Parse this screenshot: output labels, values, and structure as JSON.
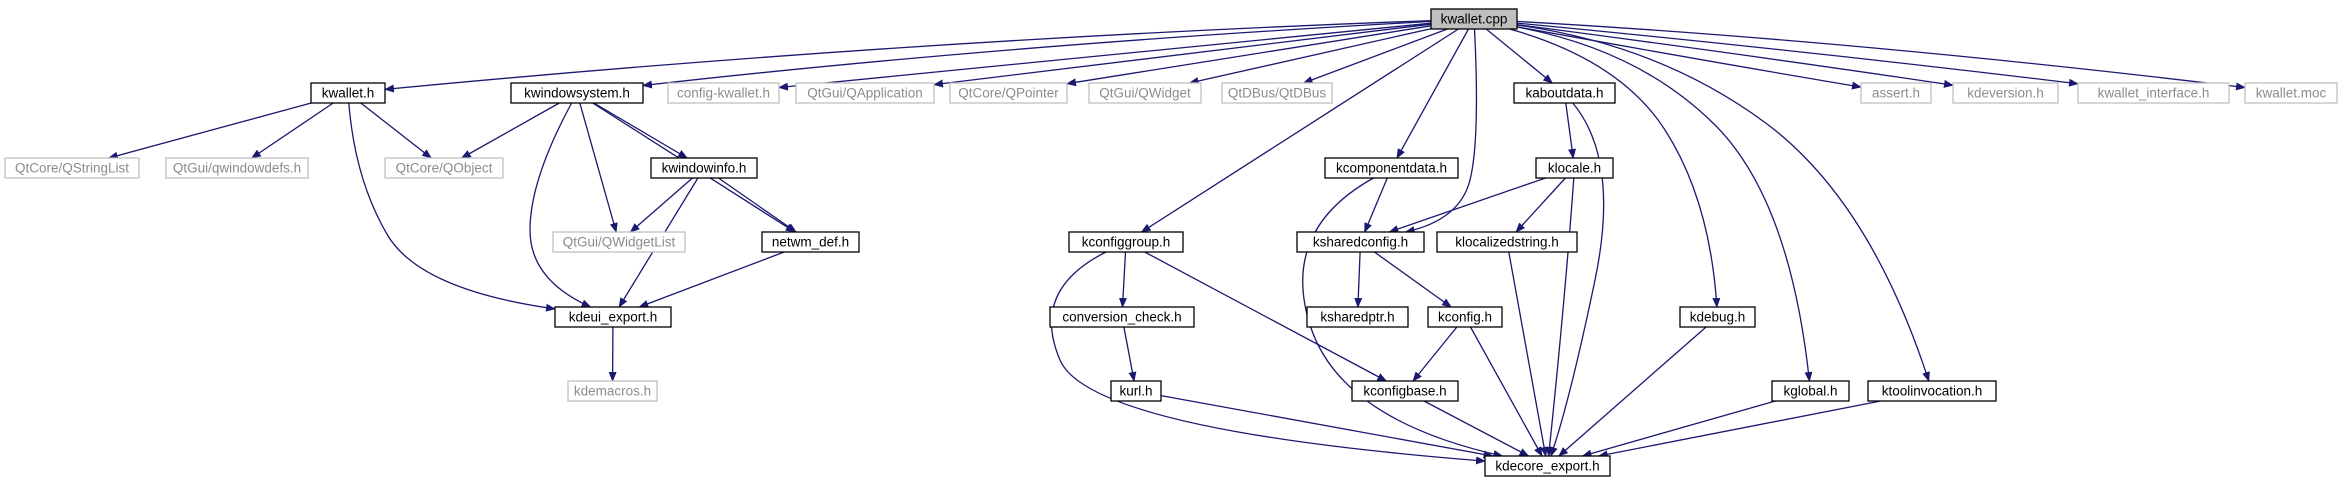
{
  "colors": {
    "edge": "#191970",
    "external_border": "#bfbfbf",
    "main_fill": "#bfbfbf",
    "local_border": "#000000"
  },
  "nodes": {
    "kwallet_cpp": {
      "label": "kwallet.cpp",
      "kind": "main"
    },
    "kwallet_h": {
      "label": "kwallet.h",
      "kind": "local"
    },
    "kwindowsystem_h": {
      "label": "kwindowsystem.h",
      "kind": "local"
    },
    "config_kwallet_h": {
      "label": "config-kwallet.h",
      "kind": "ext"
    },
    "qapplication": {
      "label": "QtGui/QApplication",
      "kind": "ext"
    },
    "qpointer": {
      "label": "QtCore/QPointer",
      "kind": "ext"
    },
    "qwidget": {
      "label": "QtGui/QWidget",
      "kind": "ext"
    },
    "qdbus": {
      "label": "QtDBus/QtDBus",
      "kind": "ext"
    },
    "kaboutdata_h": {
      "label": "kaboutdata.h",
      "kind": "local"
    },
    "assert_h": {
      "label": "assert.h",
      "kind": "ext"
    },
    "kdeversion_h": {
      "label": "kdeversion.h",
      "kind": "ext"
    },
    "kwallet_interface_h": {
      "label": "kwallet_interface.h",
      "kind": "ext"
    },
    "kwallet_moc": {
      "label": "kwallet.moc",
      "kind": "ext"
    },
    "qstringlist": {
      "label": "QtCore/QStringList",
      "kind": "ext"
    },
    "qwindowdefs": {
      "label": "QtGui/qwindowdefs.h",
      "kind": "ext"
    },
    "qobject": {
      "label": "QtCore/QObject",
      "kind": "ext"
    },
    "kwindowinfo_h": {
      "label": "kwindowinfo.h",
      "kind": "local"
    },
    "qwidgetlist": {
      "label": "QtGui/QWidgetList",
      "kind": "ext"
    },
    "netwm_def_h": {
      "label": "netwm_def.h",
      "kind": "local"
    },
    "kdeui_export_h": {
      "label": "kdeui_export.h",
      "kind": "local"
    },
    "kdemacros_h": {
      "label": "kdemacros.h",
      "kind": "ext"
    },
    "kcomponentdata_h": {
      "label": "kcomponentdata.h",
      "kind": "local"
    },
    "klocale_h": {
      "label": "klocale.h",
      "kind": "local"
    },
    "kconfiggroup_h": {
      "label": "kconfiggroup.h",
      "kind": "local"
    },
    "ksharedconfig_h": {
      "label": "ksharedconfig.h",
      "kind": "local"
    },
    "klocalizedstring_h": {
      "label": "klocalizedstring.h",
      "kind": "local"
    },
    "conversion_check_h": {
      "label": "conversion_check.h",
      "kind": "local"
    },
    "ksharedptr_h": {
      "label": "ksharedptr.h",
      "kind": "local"
    },
    "kconfig_h": {
      "label": "kconfig.h",
      "kind": "local"
    },
    "kdebug_h": {
      "label": "kdebug.h",
      "kind": "local"
    },
    "kurl_h": {
      "label": "kurl.h",
      "kind": "local"
    },
    "kconfigbase_h": {
      "label": "kconfigbase.h",
      "kind": "local"
    },
    "kglobal_h": {
      "label": "kglobal.h",
      "kind": "local"
    },
    "ktoolinvocation_h": {
      "label": "ktoolinvocation.h",
      "kind": "local"
    },
    "kdecore_export_h": {
      "label": "kdecore_export.h",
      "kind": "local"
    }
  },
  "edges": [
    [
      "kwallet_cpp",
      "kwallet_h"
    ],
    [
      "kwallet_cpp",
      "kwindowsystem_h"
    ],
    [
      "kwallet_cpp",
      "config_kwallet_h"
    ],
    [
      "kwallet_cpp",
      "qapplication"
    ],
    [
      "kwallet_cpp",
      "qpointer"
    ],
    [
      "kwallet_cpp",
      "qwidget"
    ],
    [
      "kwallet_cpp",
      "qdbus"
    ],
    [
      "kwallet_cpp",
      "kaboutdata_h"
    ],
    [
      "kwallet_cpp",
      "assert_h"
    ],
    [
      "kwallet_cpp",
      "kdeversion_h"
    ],
    [
      "kwallet_cpp",
      "kwallet_interface_h"
    ],
    [
      "kwallet_cpp",
      "kwallet_moc"
    ],
    [
      "kwallet_cpp",
      "kconfiggroup_h"
    ],
    [
      "kwallet_cpp",
      "kcomponentdata_h"
    ],
    [
      "kwallet_cpp",
      "ksharedconfig_h"
    ],
    [
      "kwallet_cpp",
      "kdebug_h"
    ],
    [
      "kwallet_cpp",
      "kglobal_h"
    ],
    [
      "kwallet_cpp",
      "ktoolinvocation_h"
    ],
    [
      "kwallet_h",
      "qstringlist"
    ],
    [
      "kwallet_h",
      "qwindowdefs"
    ],
    [
      "kwallet_h",
      "qobject"
    ],
    [
      "kwallet_h",
      "kdeui_export_h"
    ],
    [
      "kwindowsystem_h",
      "qobject"
    ],
    [
      "kwindowsystem_h",
      "kwindowinfo_h"
    ],
    [
      "kwindowsystem_h",
      "qwidgetlist"
    ],
    [
      "kwindowsystem_h",
      "netwm_def_h"
    ],
    [
      "kwindowsystem_h",
      "kdeui_export_h"
    ],
    [
      "kwindowinfo_h",
      "qwidgetlist"
    ],
    [
      "kwindowinfo_h",
      "netwm_def_h"
    ],
    [
      "kwindowinfo_h",
      "kdeui_export_h"
    ],
    [
      "netwm_def_h",
      "kdeui_export_h"
    ],
    [
      "kdeui_export_h",
      "kdemacros_h"
    ],
    [
      "kaboutdata_h",
      "klocale_h"
    ],
    [
      "kaboutdata_h",
      "kdecore_export_h"
    ],
    [
      "klocale_h",
      "ksharedconfig_h"
    ],
    [
      "klocale_h",
      "klocalizedstring_h"
    ],
    [
      "klocale_h",
      "kdecore_export_h"
    ],
    [
      "kcomponentdata_h",
      "ksharedconfig_h"
    ],
    [
      "kcomponentdata_h",
      "kdecore_export_h"
    ],
    [
      "kconfiggroup_h",
      "conversion_check_h"
    ],
    [
      "kconfiggroup_h",
      "kconfigbase_h"
    ],
    [
      "kconfiggroup_h",
      "kdecore_export_h"
    ],
    [
      "ksharedconfig_h",
      "ksharedptr_h"
    ],
    [
      "ksharedconfig_h",
      "kconfig_h"
    ],
    [
      "klocalizedstring_h",
      "kdecore_export_h"
    ],
    [
      "conversion_check_h",
      "kurl_h"
    ],
    [
      "kconfig_h",
      "kconfigbase_h"
    ],
    [
      "kconfig_h",
      "kdecore_export_h"
    ],
    [
      "kurl_h",
      "kdecore_export_h"
    ],
    [
      "kconfigbase_h",
      "kdecore_export_h"
    ],
    [
      "kdebug_h",
      "kdecore_export_h"
    ],
    [
      "kglobal_h",
      "kdecore_export_h"
    ],
    [
      "ktoolinvocation_h",
      "kdecore_export_h"
    ]
  ]
}
